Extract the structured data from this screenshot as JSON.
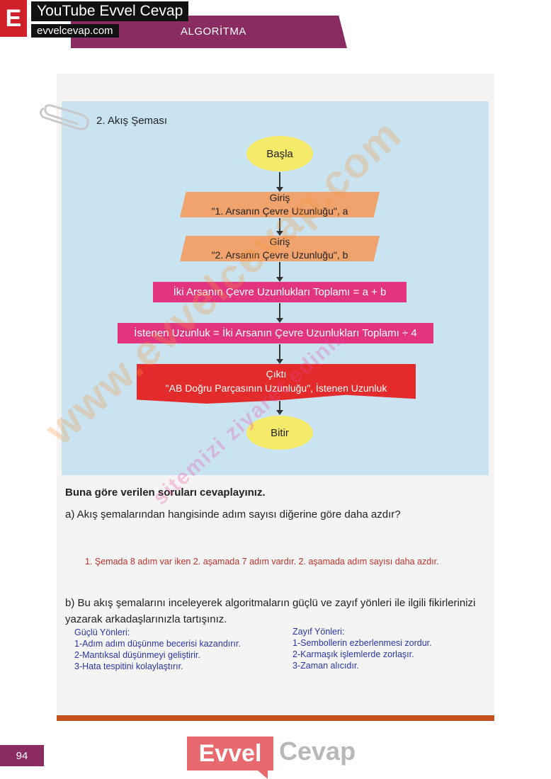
{
  "header": {
    "logo_letter": "E",
    "youtube_label": "YouTube Evvel Cevap",
    "site_label": "evvelcevap.com",
    "section_title": "ALGORİTMA"
  },
  "flowchart": {
    "title": "2. Akış Şeması",
    "start": "Başla",
    "input1_line1": "Giriş",
    "input1_line2": "\"1. Arsanın Çevre Uzunluğu\", a",
    "input2_line1": "Giriş",
    "input2_line2": "\"2. Arsanın Çevre Uzunluğu\", b",
    "process1": "İki Arsanın Çevre Uzunlukları Toplamı = a + b",
    "process2": "İstenen Uzunluk = İki Arsanın Çevre Uzunlukları Toplamı ÷ 4",
    "output_line1": "Çıktı",
    "output_line2": "\"AB Doğru Parçasının Uzunluğu\", İstenen Uzunluk",
    "end": "Bitir"
  },
  "questions": {
    "heading": "Buna göre verilen soruları cevaplayınız.",
    "question_a": "a) Akış şemalarından hangisinde adım sayısı diğerine göre daha azdır?",
    "answer_a": "1. Şemada 8 adım var iken 2. aşamada 7 adım vardır. 2. aşamada adım sayısı daha azdır.",
    "question_b": "b)  Bu akış şemalarını inceleyerek algoritmaların güçlü ve zayıf yönleri ile ilgili fikirlerinizi yazarak arkadaşlarınızla tartışınız."
  },
  "strengths": {
    "title": "Güçlü Yönleri:",
    "items": [
      "1-Adım adım düşünme becerisi kazandırır.",
      "2-Mantıksal düşünmeyi geliştirir.",
      "3-Hata tespitini kolaylaştırır."
    ]
  },
  "weaknesses": {
    "title": "Zayıf Yönleri:",
    "items": [
      "1-Sembollerin ezberlenmesi zordur.",
      "2-Karmaşık işlemlerde zorlaşır.",
      "3-Zaman alıcıdır."
    ]
  },
  "footer": {
    "page_number": "94",
    "brand_left": "Evvel",
    "brand_right": "Cevap"
  },
  "watermark": {
    "main": "www.evvelcevap.com",
    "secondary": "sitemizi ziyaret ediniz"
  },
  "colors": {
    "accent": "#8a2c62",
    "panel": "#c9e3f1",
    "oval": "#f6ea6a",
    "parallelogram": "#f0a36d",
    "process": "#e2357e",
    "output": "#e32b2b",
    "answer_text": "#c0302a",
    "list_text": "#2a35a8"
  }
}
